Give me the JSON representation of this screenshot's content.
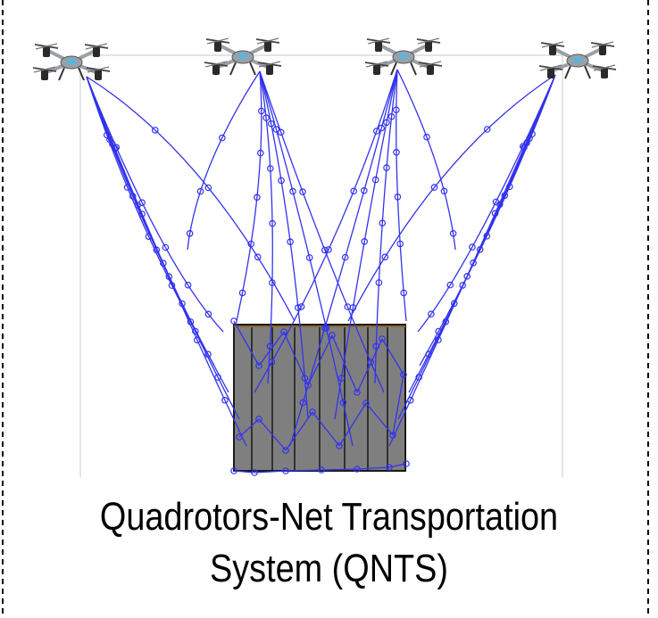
{
  "caption": {
    "line1": "Quadrotors-Net Transportation",
    "line2": "System (QNTS)"
  },
  "colors": {
    "net": "#3333ee",
    "payload_fill": "#808080",
    "payload_edge": "#1a1a1a",
    "frame": "#cfcfcf",
    "border_dash": "#000000",
    "drone_body": "#9aa0a6",
    "drone_motor": "#2a2a2a",
    "drone_accent": "#5fb4d6"
  },
  "icons": {
    "drone": "quadrotor-icon",
    "payload": "cargo-box"
  },
  "diagram": {
    "drone_count": 4,
    "net_description": "blue net with circular nodes suspended from four quadrotors carrying a grey box payload"
  }
}
